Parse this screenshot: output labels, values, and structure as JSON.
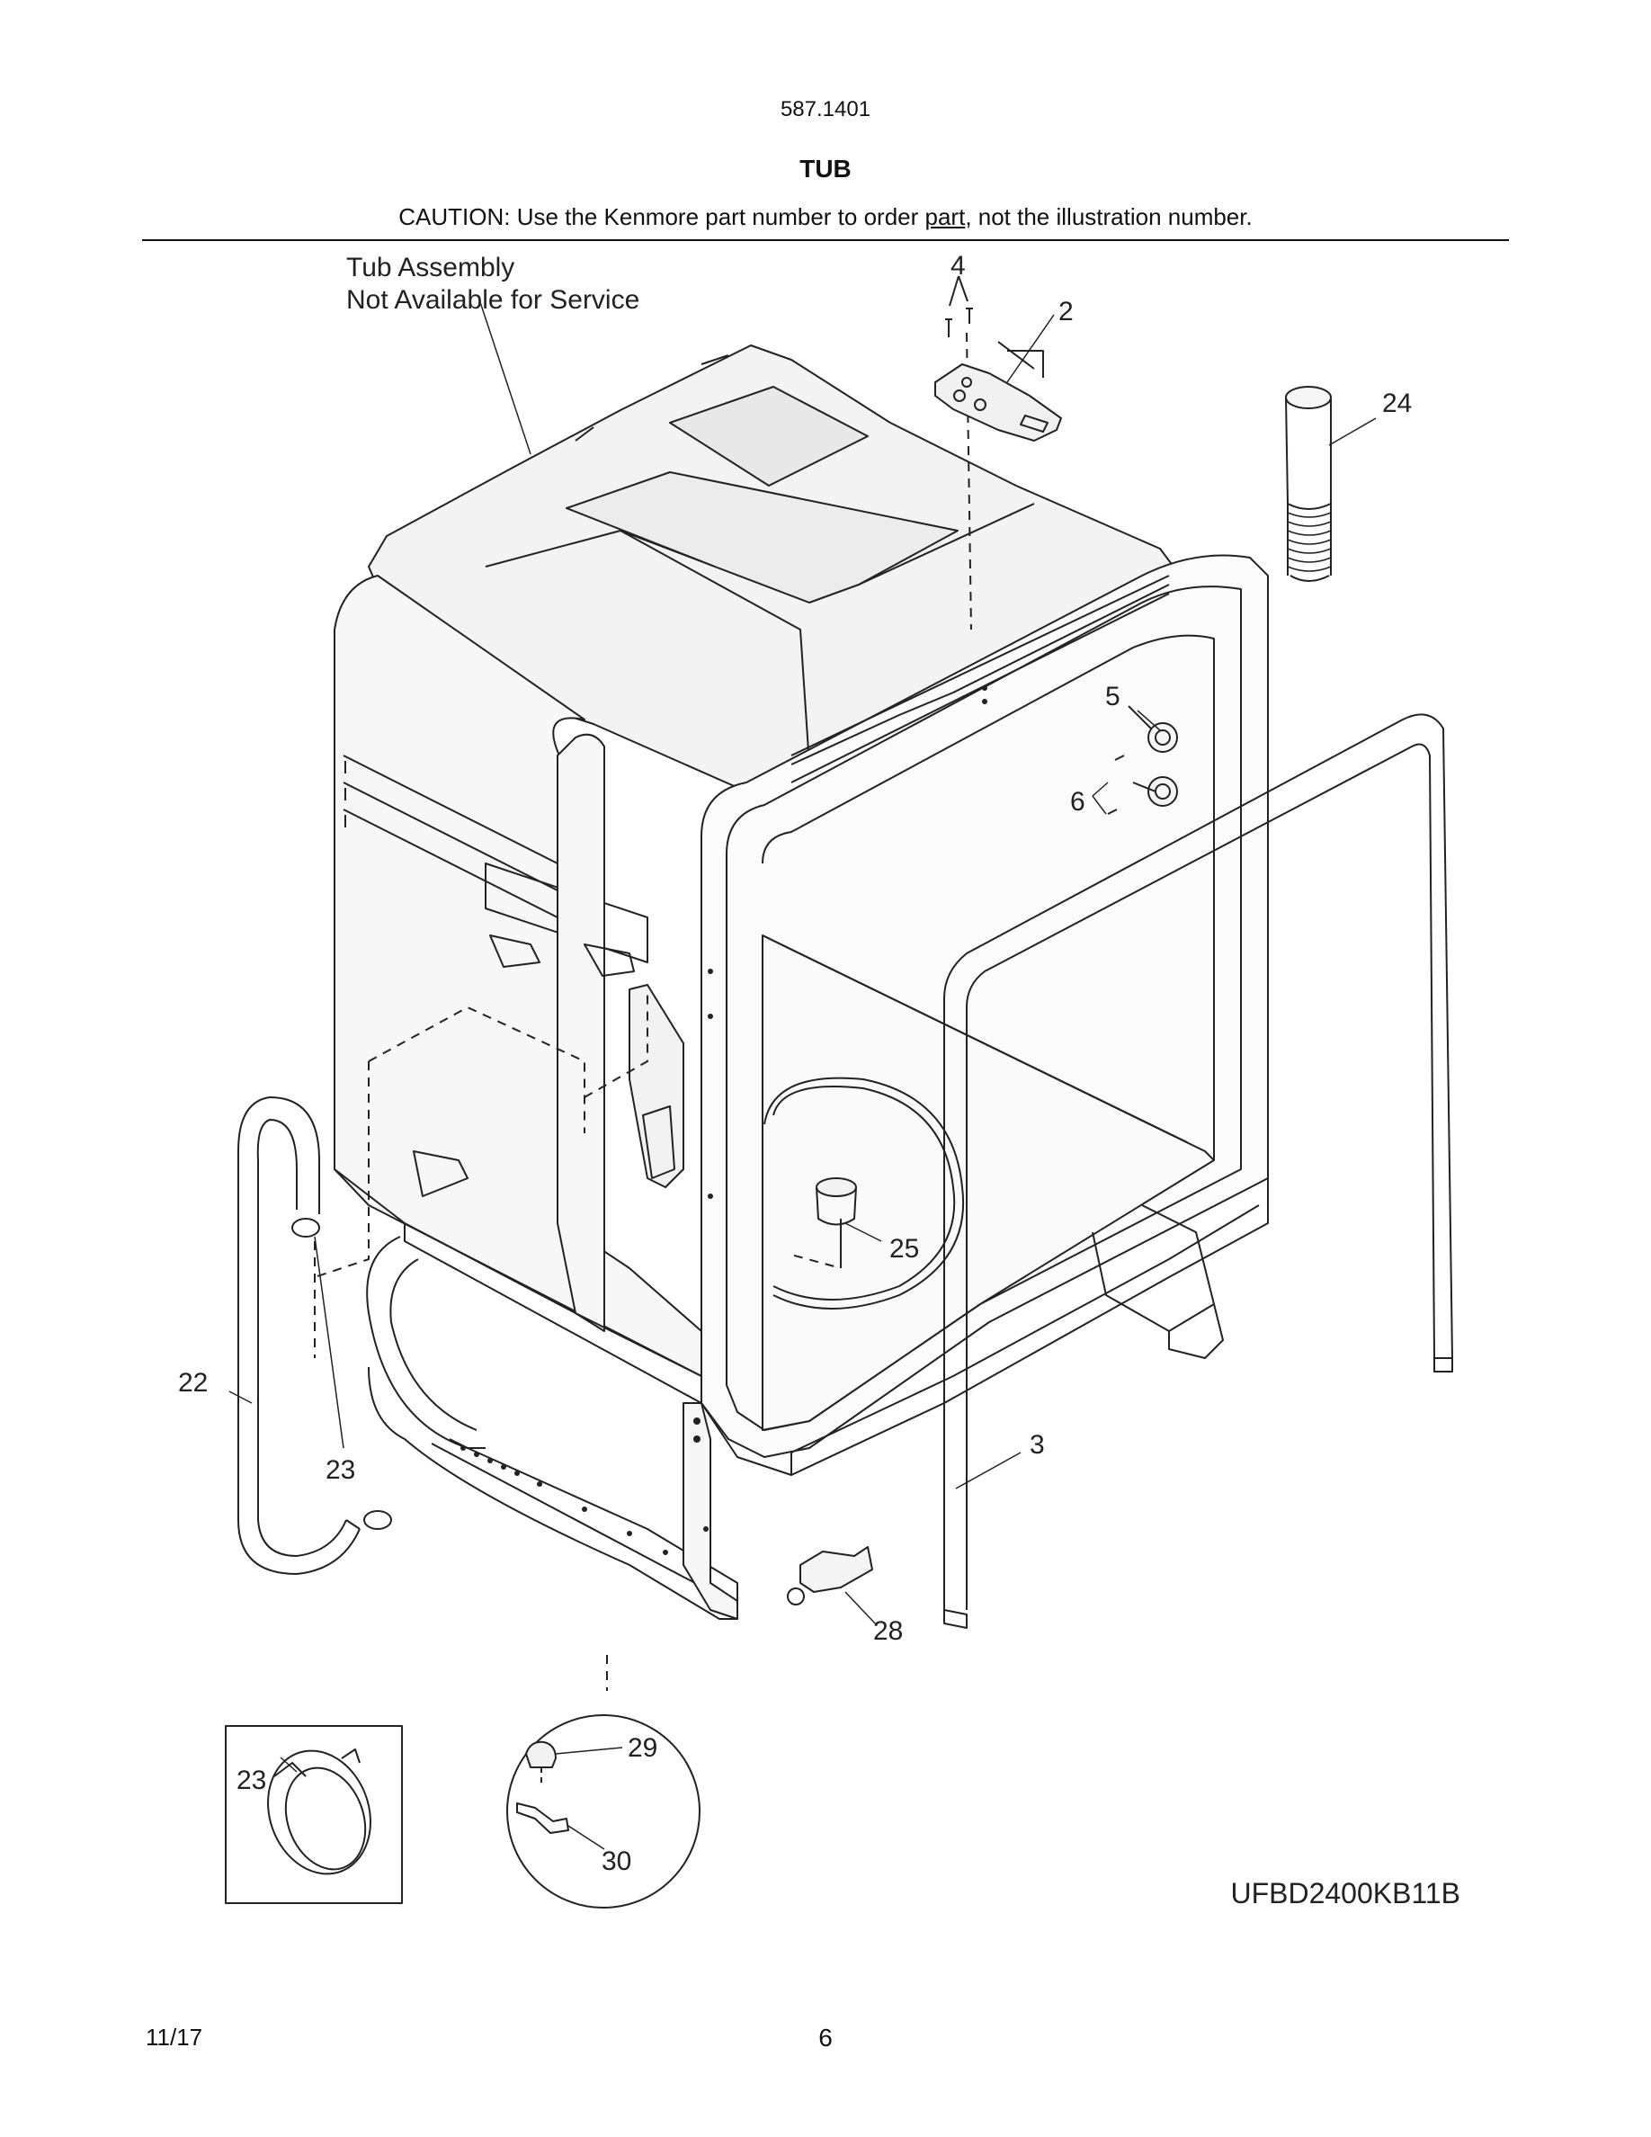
{
  "header": {
    "model_code": "587.1401",
    "title": "TUB",
    "caution_prefix": "CAUTION: Use the Kenmore part number to order ",
    "caution_link": "part",
    "caution_suffix": ", not the illustration number."
  },
  "diagram": {
    "assembly_note_line1": "Tub Assembly",
    "assembly_note_line2": "Not Available for Service",
    "callouts": {
      "c2": "2",
      "c3": "3",
      "c4": "4",
      "c5": "5",
      "c6": "6",
      "c22": "22",
      "c23": "23",
      "c23_inset": "23",
      "c24": "24",
      "c25": "25",
      "c28": "28",
      "c29": "29",
      "c30": "30"
    },
    "model_number": "UFBD2400KB11B"
  },
  "footer": {
    "date": "11/17",
    "page_number": "6"
  }
}
